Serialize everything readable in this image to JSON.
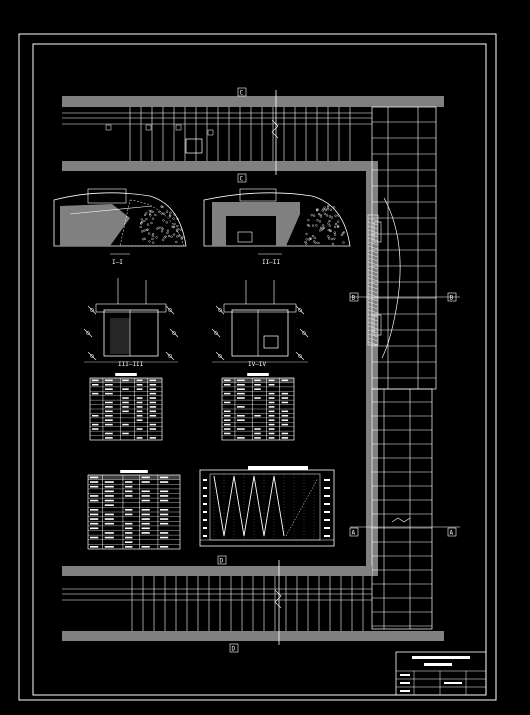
{
  "section_markers": {
    "c_top": "C",
    "c_mid": "C",
    "d_mid": "D",
    "d_bottom": "D",
    "b_left": "B",
    "b_right": "B",
    "a_left": "A",
    "a_right": "A"
  },
  "views": {
    "v1": "I—I",
    "v2": "II—II",
    "v3": "III—III",
    "v4": "IV—IV"
  },
  "colors": {
    "background": "#000000",
    "line": "#ffffff",
    "wall": "#808080"
  }
}
